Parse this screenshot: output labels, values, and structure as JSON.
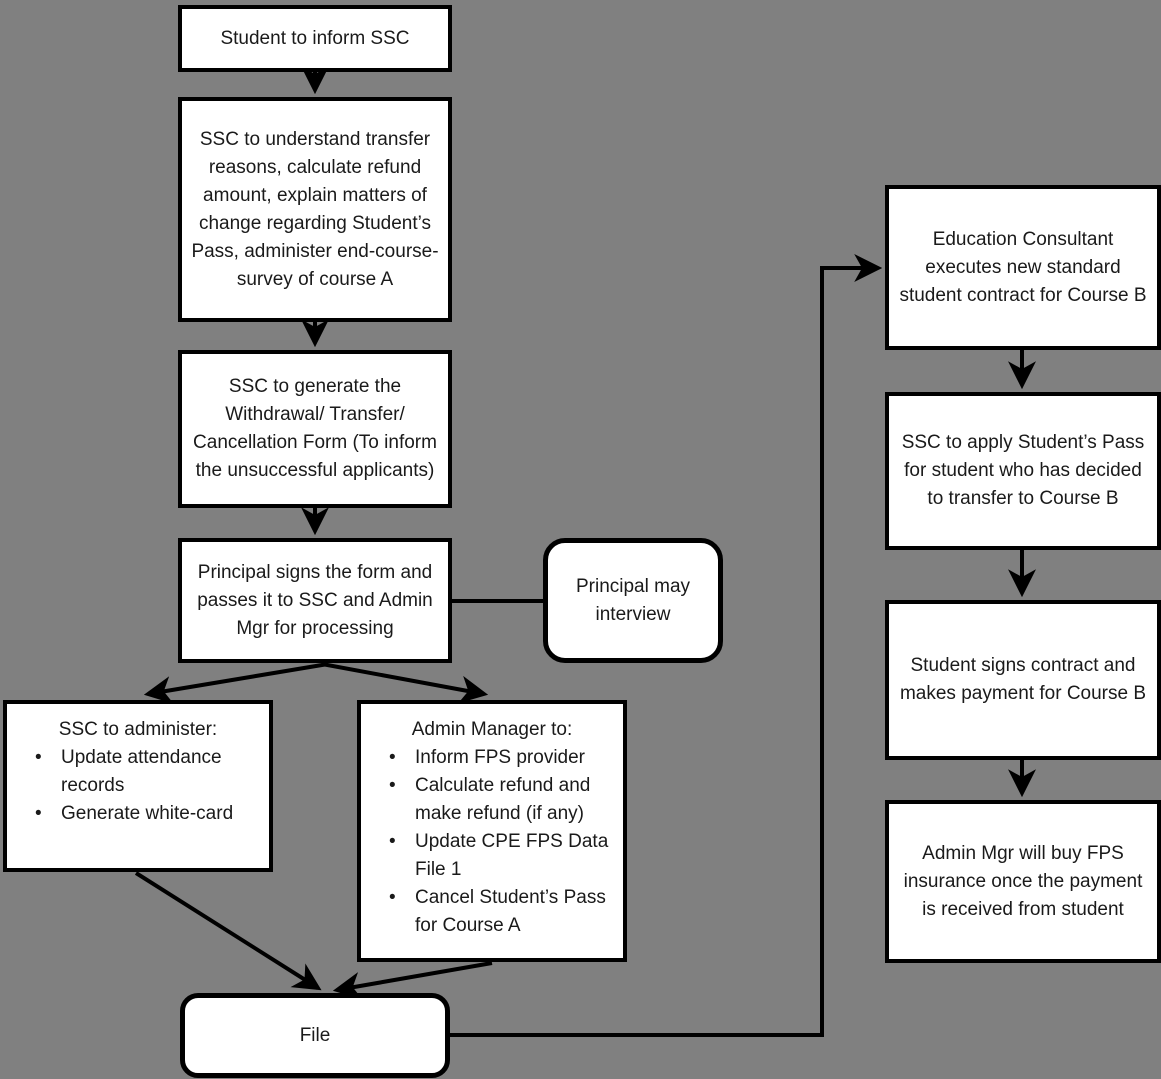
{
  "background_color": "#808080",
  "box_fill": "#ffffff",
  "box_border_color": "#000000",
  "connector_color": "#000000",
  "nodes": {
    "inform": {
      "text": "Student to inform SSC"
    },
    "understand": {
      "text": "SSC to understand transfer reasons, calculate refund amount, explain matters of change regarding Student’s Pass, administer end-course-survey of course A"
    },
    "generate": {
      "text": "SSC to generate the Withdrawal/ Transfer/ Cancellation Form (To inform the unsuccessful applicants)"
    },
    "principal": {
      "text": "Principal signs the form and passes it to SSC and Admin Mgr for processing"
    },
    "interview": {
      "text": "Principal may interview"
    },
    "ssc_admin": {
      "heading": "SSC to administer:",
      "bullets": [
        "Update attendance records",
        "Generate white-card"
      ]
    },
    "admin_mgr": {
      "heading": "Admin Manager to:",
      "bullets": [
        "Inform FPS provider",
        "Calculate refund and make refund (if any)",
        "Update CPE FPS Data File 1",
        "Cancel Student’s Pass for Course A"
      ]
    },
    "file": {
      "text": "File"
    },
    "edu_consultant": {
      "text": "Education Consultant executes new standard student contract for Course B"
    },
    "apply_pass": {
      "text": "SSC to apply Student’s Pass for student who has decided to transfer to Course B"
    },
    "student_signs": {
      "text": "Student signs contract and makes payment for Course B"
    },
    "admin_buy": {
      "text": "Admin Mgr will buy FPS insurance once the payment is received from student"
    }
  }
}
